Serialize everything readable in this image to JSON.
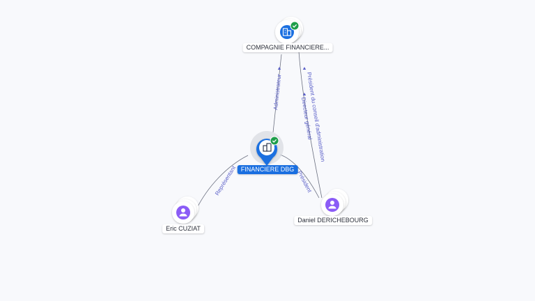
{
  "nodes": {
    "compagnie": {
      "label": "COMPAGNIE FINANCIERE...",
      "type": "company",
      "verified": true
    },
    "financiere": {
      "label": "FINANCIERE DBG",
      "type": "company",
      "verified": true,
      "focus": true
    },
    "eric": {
      "label": "Eric CUZIAT",
      "type": "person"
    },
    "daniel": {
      "label": "Daniel DERICHEBOURG",
      "type": "person"
    }
  },
  "edges": {
    "administrateur": "Administrateur",
    "president_conseil": "Président du conseil d'administration",
    "directeur_general": "Directeur général",
    "representant": "Représentant",
    "president": "Président"
  },
  "colors": {
    "accent": "#1a6fe0",
    "person": "#8b5cf6",
    "verified": "#1e9e4a",
    "edge": "#6b7080",
    "edge_label": "#5a5fc8"
  },
  "icons": {
    "company": "building-icon",
    "person": "person-icon",
    "verified": "check-badge-icon"
  }
}
